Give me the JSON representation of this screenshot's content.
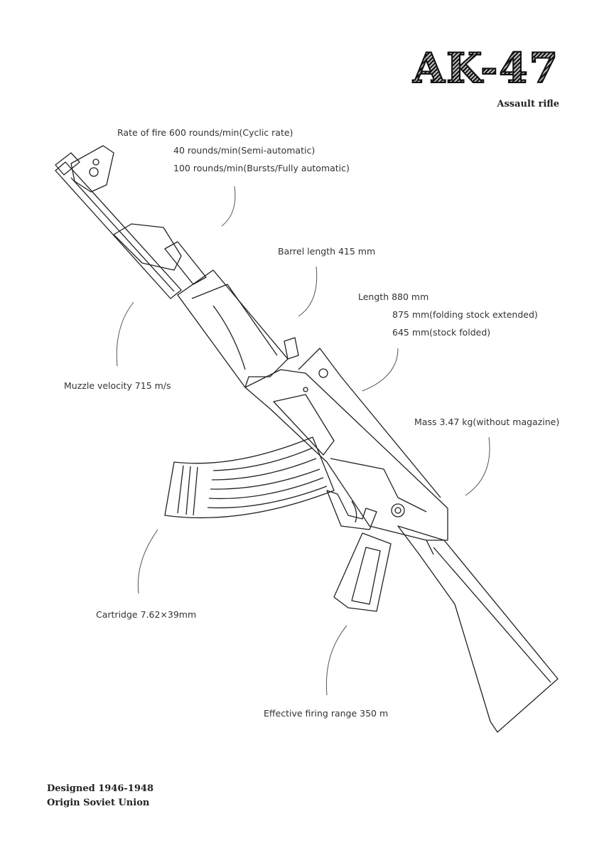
{
  "header": {
    "title": "AK-47",
    "subtitle": "Assault rifle"
  },
  "specs": {
    "rate_of_fire": [
      "Rate of fire 600 rounds/min(Cyclic rate)",
      "40 rounds/min(Semi-automatic)",
      "100 rounds/min(Bursts/Fully automatic)"
    ],
    "barrel_length": "Barrel length 415 mm",
    "length": [
      "Length 880 mm",
      "875 mm(folding stock extended)",
      "645 mm(stock folded)"
    ],
    "muzzle_velocity": "Muzzle velocity 715 m/s",
    "mass": "Mass 3.47 kg(without magazine)",
    "cartridge": "Cartridge 7.62×39mm",
    "effective_range": "Effective firing range 350 m"
  },
  "footer": {
    "designed": "Designed 1946-1948",
    "origin": "Origin Soviet Union"
  }
}
